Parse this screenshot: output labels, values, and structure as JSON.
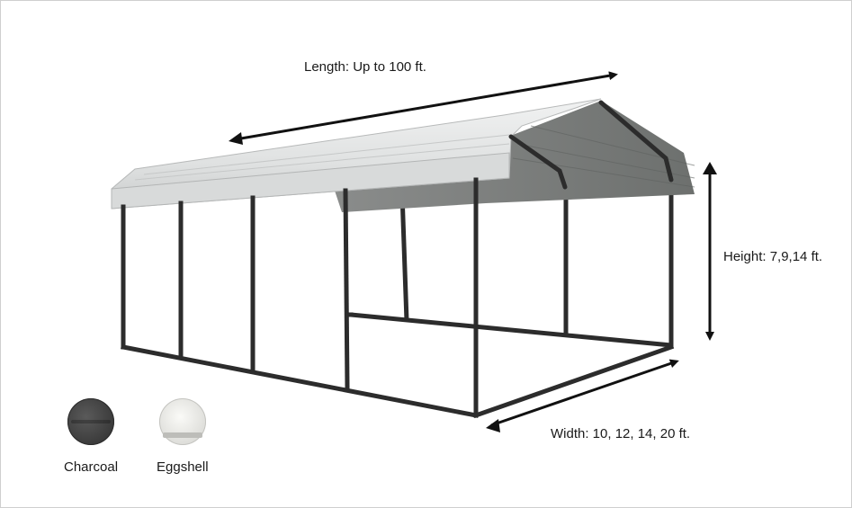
{
  "dimensions": {
    "length_label": "Length: Up to 100 ft.",
    "height_label": "Height: 7,9,14 ft.",
    "width_label": "Width: 10, 12, 14, 20 ft."
  },
  "colors": [
    {
      "name": "Charcoal",
      "hex": "#444444"
    },
    {
      "name": "Eggshell",
      "hex": "#ececea"
    }
  ],
  "product": {
    "frame_color": "#2c2c2c",
    "roof_color": "#e4e6e6",
    "roof_shadow_color": "#777a78"
  }
}
